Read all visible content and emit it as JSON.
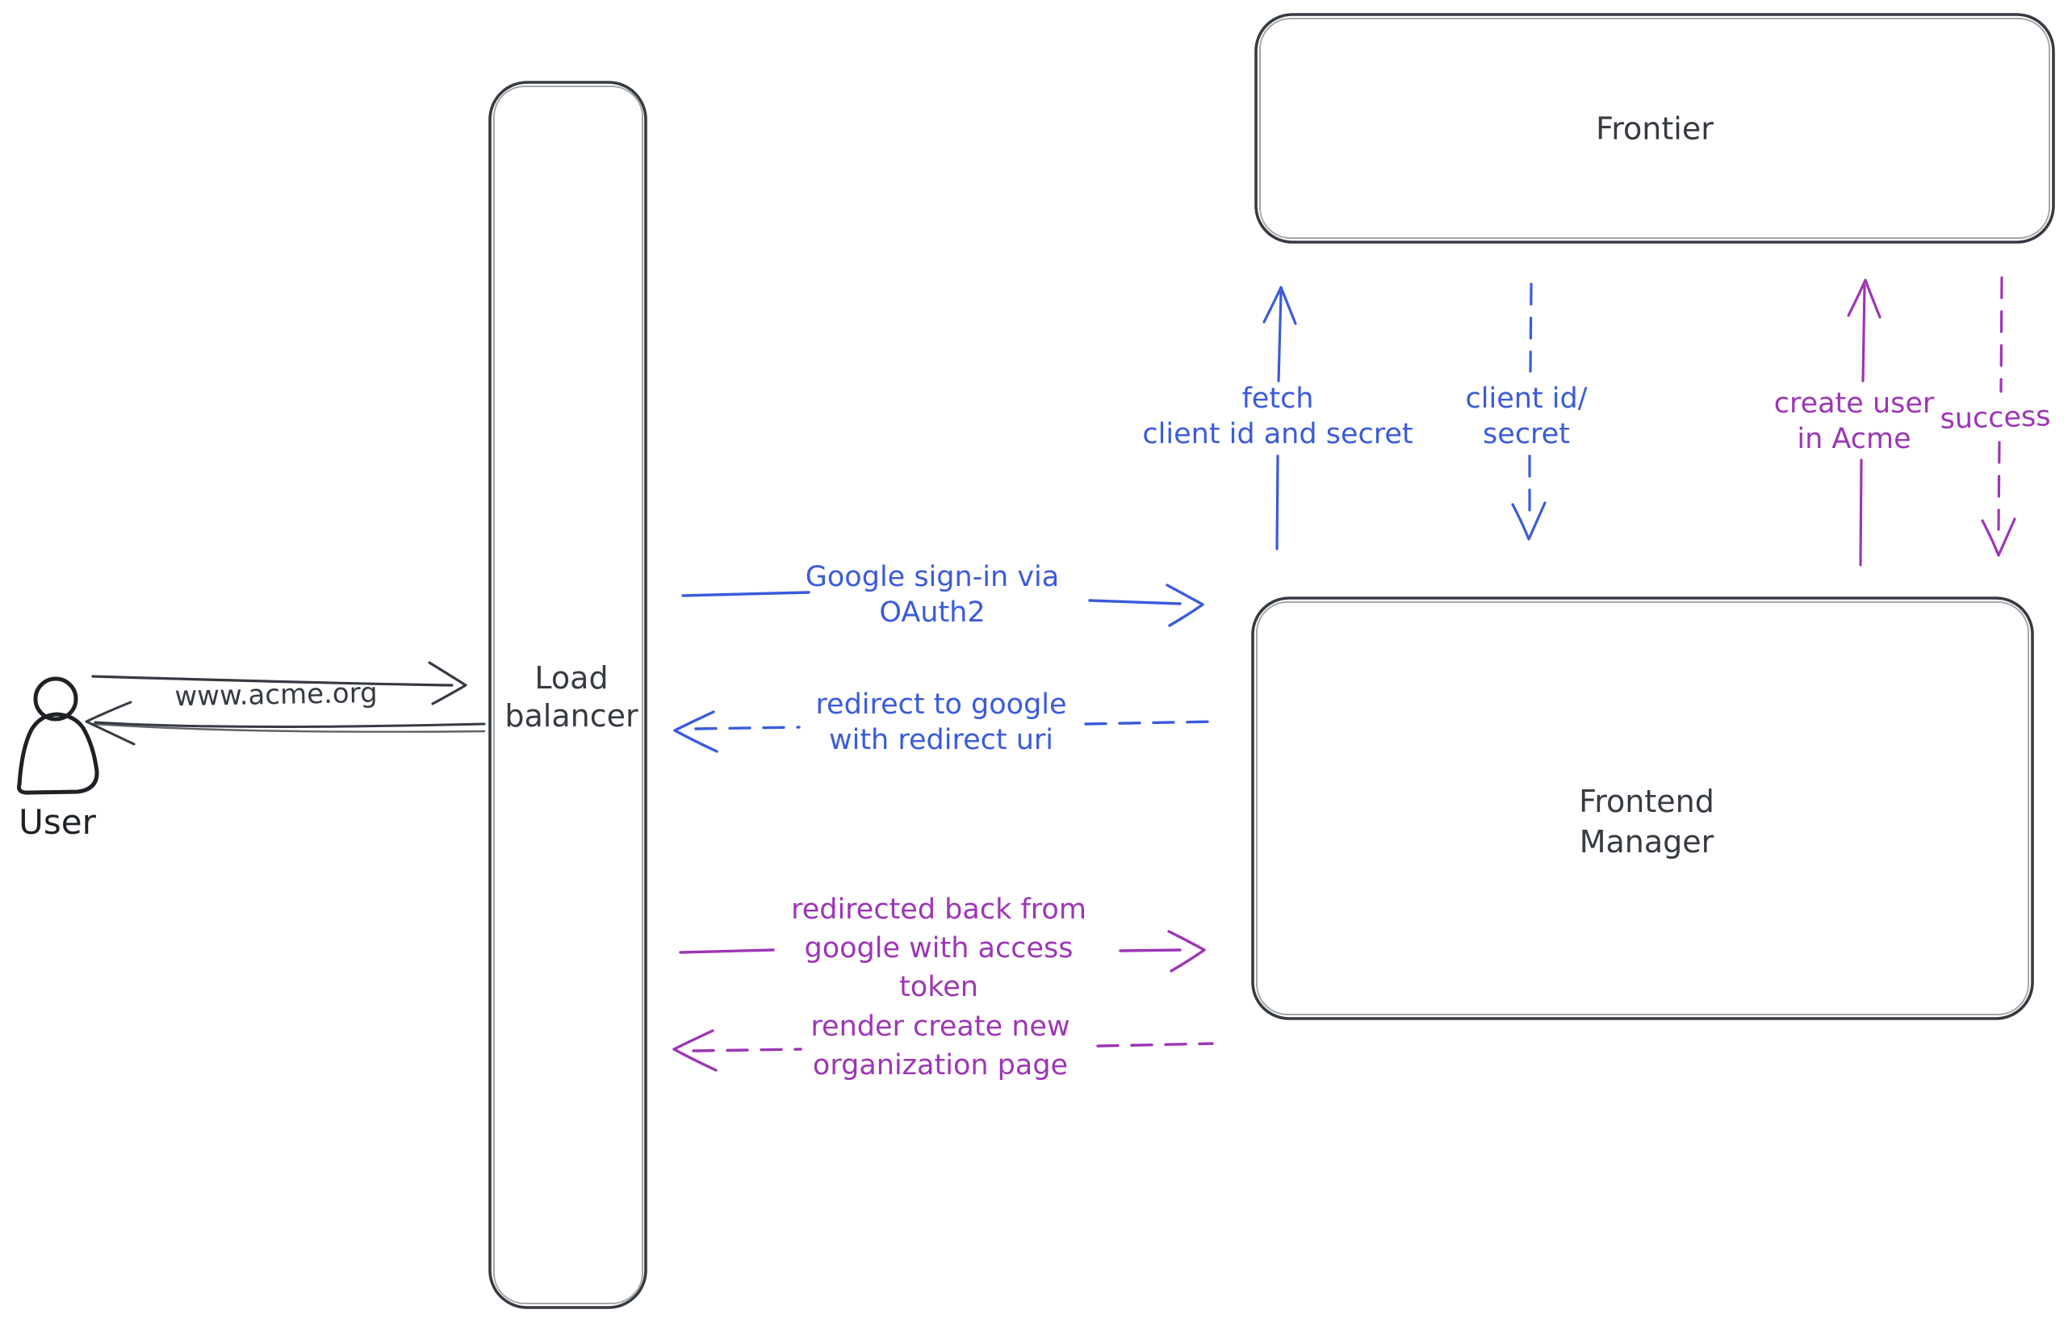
{
  "diagram": {
    "colors": {
      "ink": "#363b42",
      "blue": "#3b5bdb",
      "purple": "#9c36b5",
      "hatch": "#ccd6e2",
      "figure": "#1e2227",
      "bg": "#ffffff"
    },
    "actors": {
      "user": {
        "label": "User"
      },
      "load_balancer": {
        "line1": "Load",
        "line2": "balancer"
      },
      "frontier": {
        "label": "Frontier"
      },
      "frontend_manager": {
        "line1": "Frontend",
        "line2": "Manager"
      }
    },
    "flows": {
      "www_request": {
        "label": "www.acme.org"
      },
      "google_signin": {
        "line1": "Google sign-in via",
        "line2": "OAuth2"
      },
      "redirect_google": {
        "line1": "redirect to google",
        "line2": "with redirect uri"
      },
      "fetch_secret": {
        "line1": "fetch",
        "line2": "client id and secret"
      },
      "client_id_secret": {
        "line1": "client id/",
        "line2": "secret"
      },
      "create_user": {
        "line1": "create user",
        "line2": "in Acme"
      },
      "success": {
        "label": "success"
      },
      "redirected_back": {
        "line1": "redirected back from",
        "line2": "google with access",
        "line3": "token"
      },
      "render_org_page": {
        "line1": "render create new",
        "line2": "organization page"
      }
    }
  }
}
